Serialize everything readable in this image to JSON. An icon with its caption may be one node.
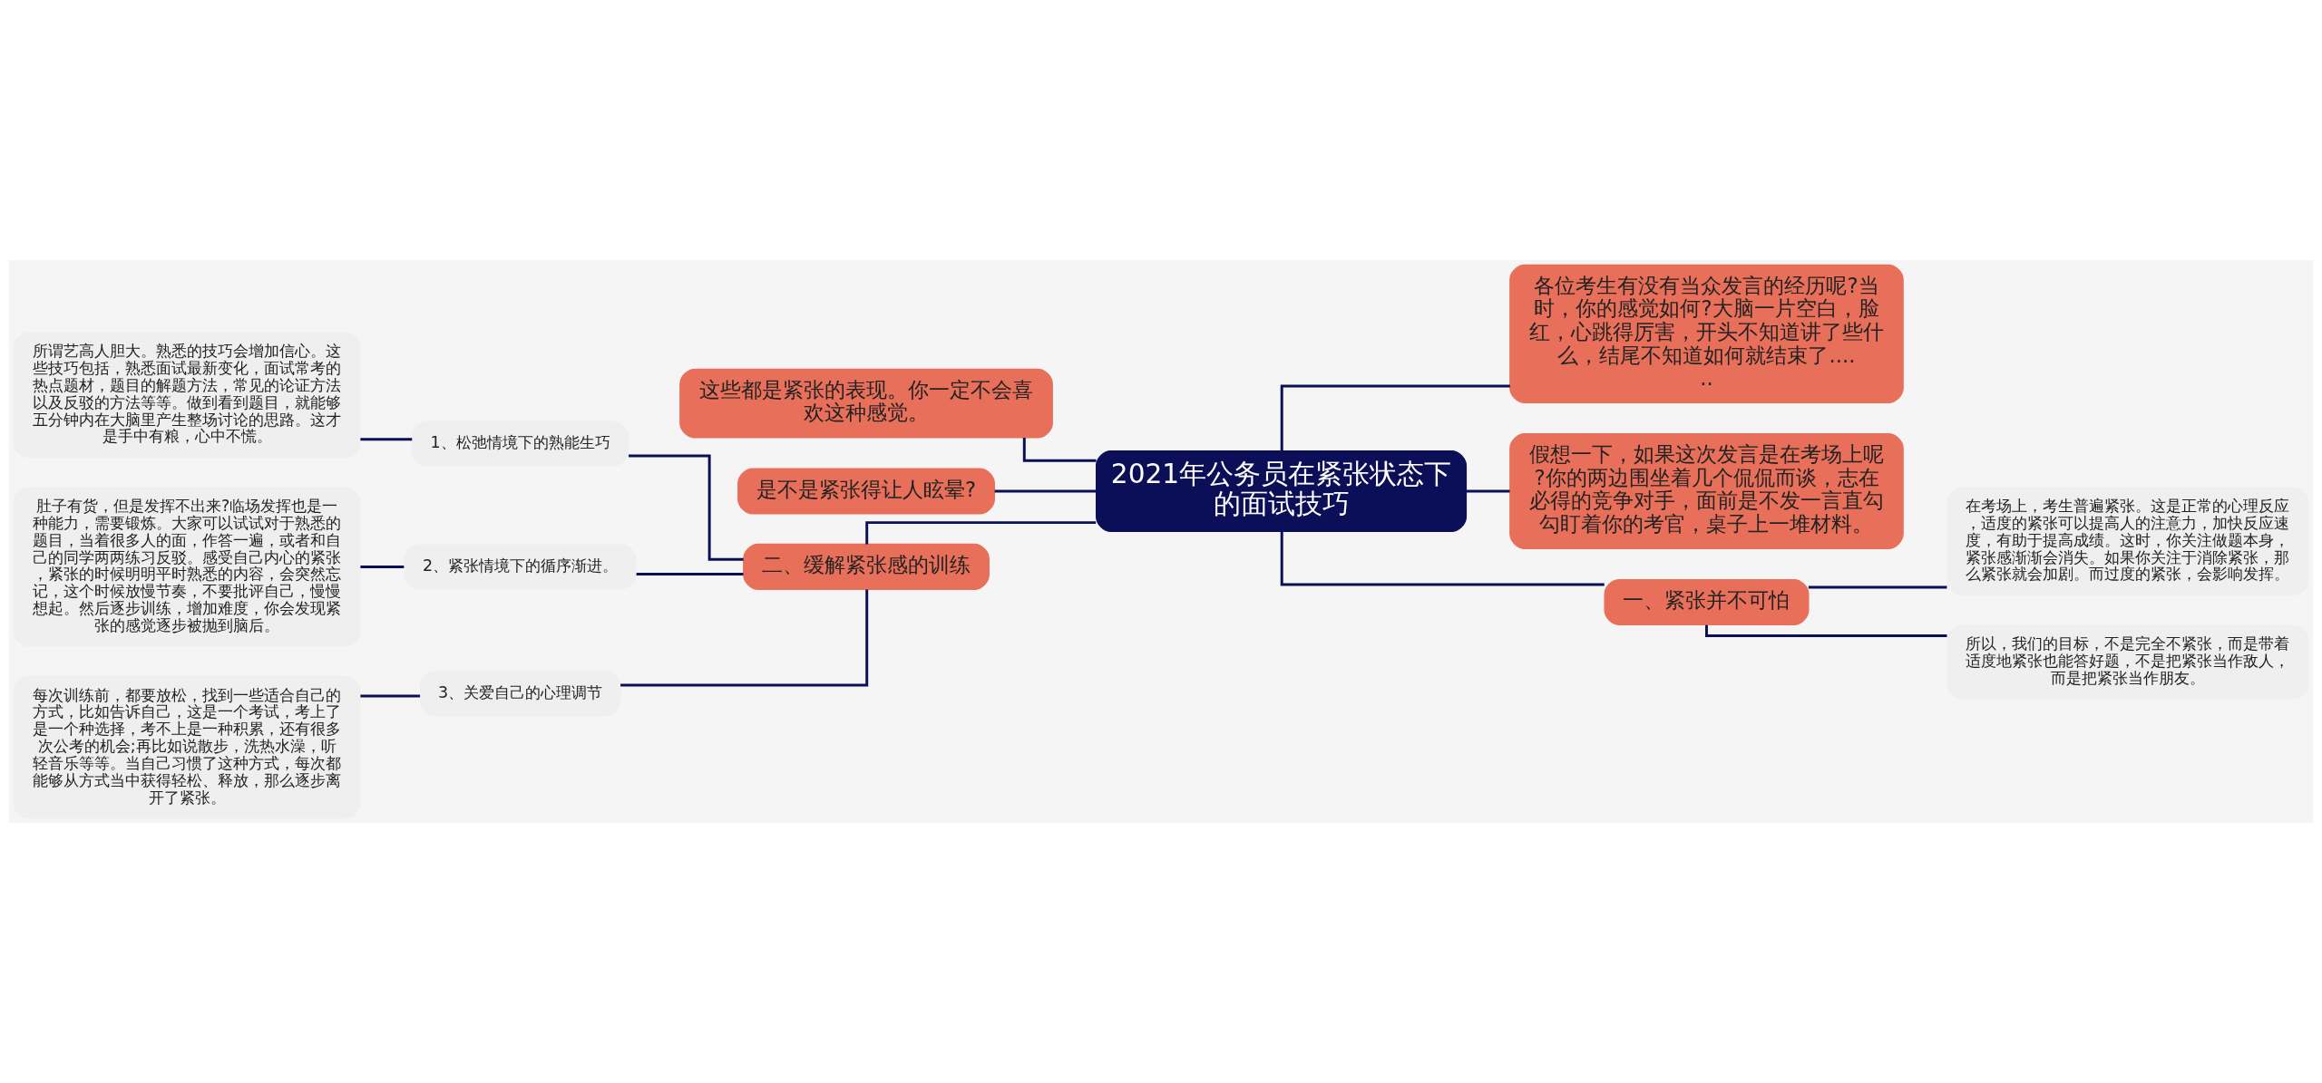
{
  "diagram": {
    "nodes": [
      {
        "text": [
          "2021年公务员在紧张状态下的面试技巧"
        ]
      },
      {
        "text": [
          "这些都是紧张的表现。你一定不会喜欢这种感觉。"
        ]
      },
      {
        "text": [
          "是不是紧张得让人眩晕?"
        ]
      },
      {
        "text": [
          "二、缓解紧张感的训练"
        ]
      },
      {
        "text": [
          "1、松弛情境下的熟能生巧"
        ]
      },
      {
        "text": [
          "所谓艺高人胆大。熟悉的技巧会增加信心。这些技巧包括，熟悉面试最新变化，面试常考的热点题材，题目的解题方法，常见的论证方法以及反驳的方法等等。做到看到题目，就能够五分钟内在大脑里产生整场讨论的思路。这才是手中有粮，心中不慌。"
        ]
      },
      {
        "text": [
          "2、紧张情境下的循序渐进。"
        ]
      },
      {
        "text": [
          "肚子有货，但是发挥不出来?临场发挥也是一种能力，需要锻炼。大家可以试试对于熟悉的题目，当着很多人的面，作答一遍，或者和自己的同学两两练习反驳。感受自己内心的紧张，紧张的时候明明平时熟悉的内容，会突然忘记，这个时候放慢节奏，不要批评自己，慢慢想起。然后逐步训练，增加难度，你会发现紧张的感觉逐步被抛到脑后。"
        ]
      },
      {
        "text": [
          "3、关爱自己的心理调节"
        ]
      },
      {
        "text": [
          "每次训练前，都要放松，找到一些适合自己的方式，比如告诉自己，这是一个考试，考上了是一个种选择，考不上是一种积累，还有很多次公考的机会;再比如说散步，洗热水澡，听轻音乐等等。当自己习惯了这种方式，每次都能够从方式当中获得轻松、释放，那么逐步离开了紧张。"
        ]
      },
      {
        "text": [
          "各位考生有没有当众发言的经历呢?当时，你的感觉如何?大脑一片空白，脸红，心跳得厉害，开头不知道讲了些什么，结尾不知道如何就结束了......"
        ]
      },
      {
        "text": [
          "假想一下，如果这次发言是在考场上呢?你的两边围坐着几个侃侃而谈，志在必得的竞争对手，面前是不发一言直勾勾盯着你的考官，桌子上一堆材料。"
        ]
      },
      {
        "text": [
          "一、紧张并不可怕"
        ]
      },
      {
        "text": [
          "在考场上，考生普遍紧张。这是正常的心理反应，适度的紧张可以提高人的注意力，加快反应速度，有助于提高成绩。这时，你关注做题本身，紧张感渐渐会消失。如果你关注于消除紧张，那么紧张就会加剧。而过度的紧张，会影响发挥。"
        ]
      },
      {
        "text": [
          "所以，我们的目标，不是完全不紧张，而是带着适度地紧张也能答好题，不是把紧张当作敌人，而是把紧张当作朋友。"
        ]
      }
    ],
    "edges": [
      {
        "from": 0,
        "to": 1,
        "arrow": "none"
      },
      {
        "from": 0,
        "to": 2,
        "arrow": "none"
      },
      {
        "from": 0,
        "to": 3,
        "arrow": "none"
      },
      {
        "from": 3,
        "to": 4,
        "arrow": "none"
      },
      {
        "from": 4,
        "to": 5,
        "arrow": "none"
      },
      {
        "from": 3,
        "to": 6,
        "arrow": "none"
      },
      {
        "from": 6,
        "to": 7,
        "arrow": "none"
      },
      {
        "from": 3,
        "to": 8,
        "arrow": "none"
      },
      {
        "from": 8,
        "to": 9,
        "arrow": "none"
      },
      {
        "from": 0,
        "to": 10,
        "arrow": "none"
      },
      {
        "from": 0,
        "to": 11,
        "arrow": "none"
      },
      {
        "from": 0,
        "to": 12,
        "arrow": "none"
      },
      {
        "from": 12,
        "to": 13,
        "arrow": "none"
      },
      {
        "from": 12,
        "to": 14,
        "arrow": "none"
      }
    ]
  }
}
